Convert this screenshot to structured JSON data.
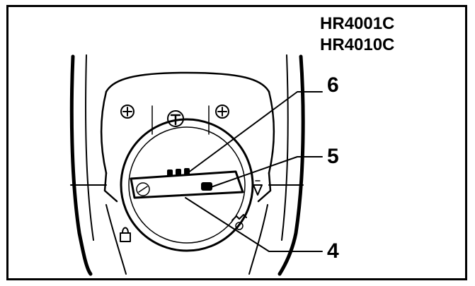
{
  "models": [
    "HR4001C",
    "HR4010C"
  ],
  "callouts": {
    "part_6": "6",
    "part_5": "5",
    "part_4": "4"
  },
  "colors": {
    "line": "#000000",
    "background": "#ffffff"
  },
  "icons": [
    "screw-icon",
    "hammer-icon",
    "rotation-hammer-icon",
    "rotation-only-icon",
    "lock-icon",
    "selector-knob-icon"
  ]
}
